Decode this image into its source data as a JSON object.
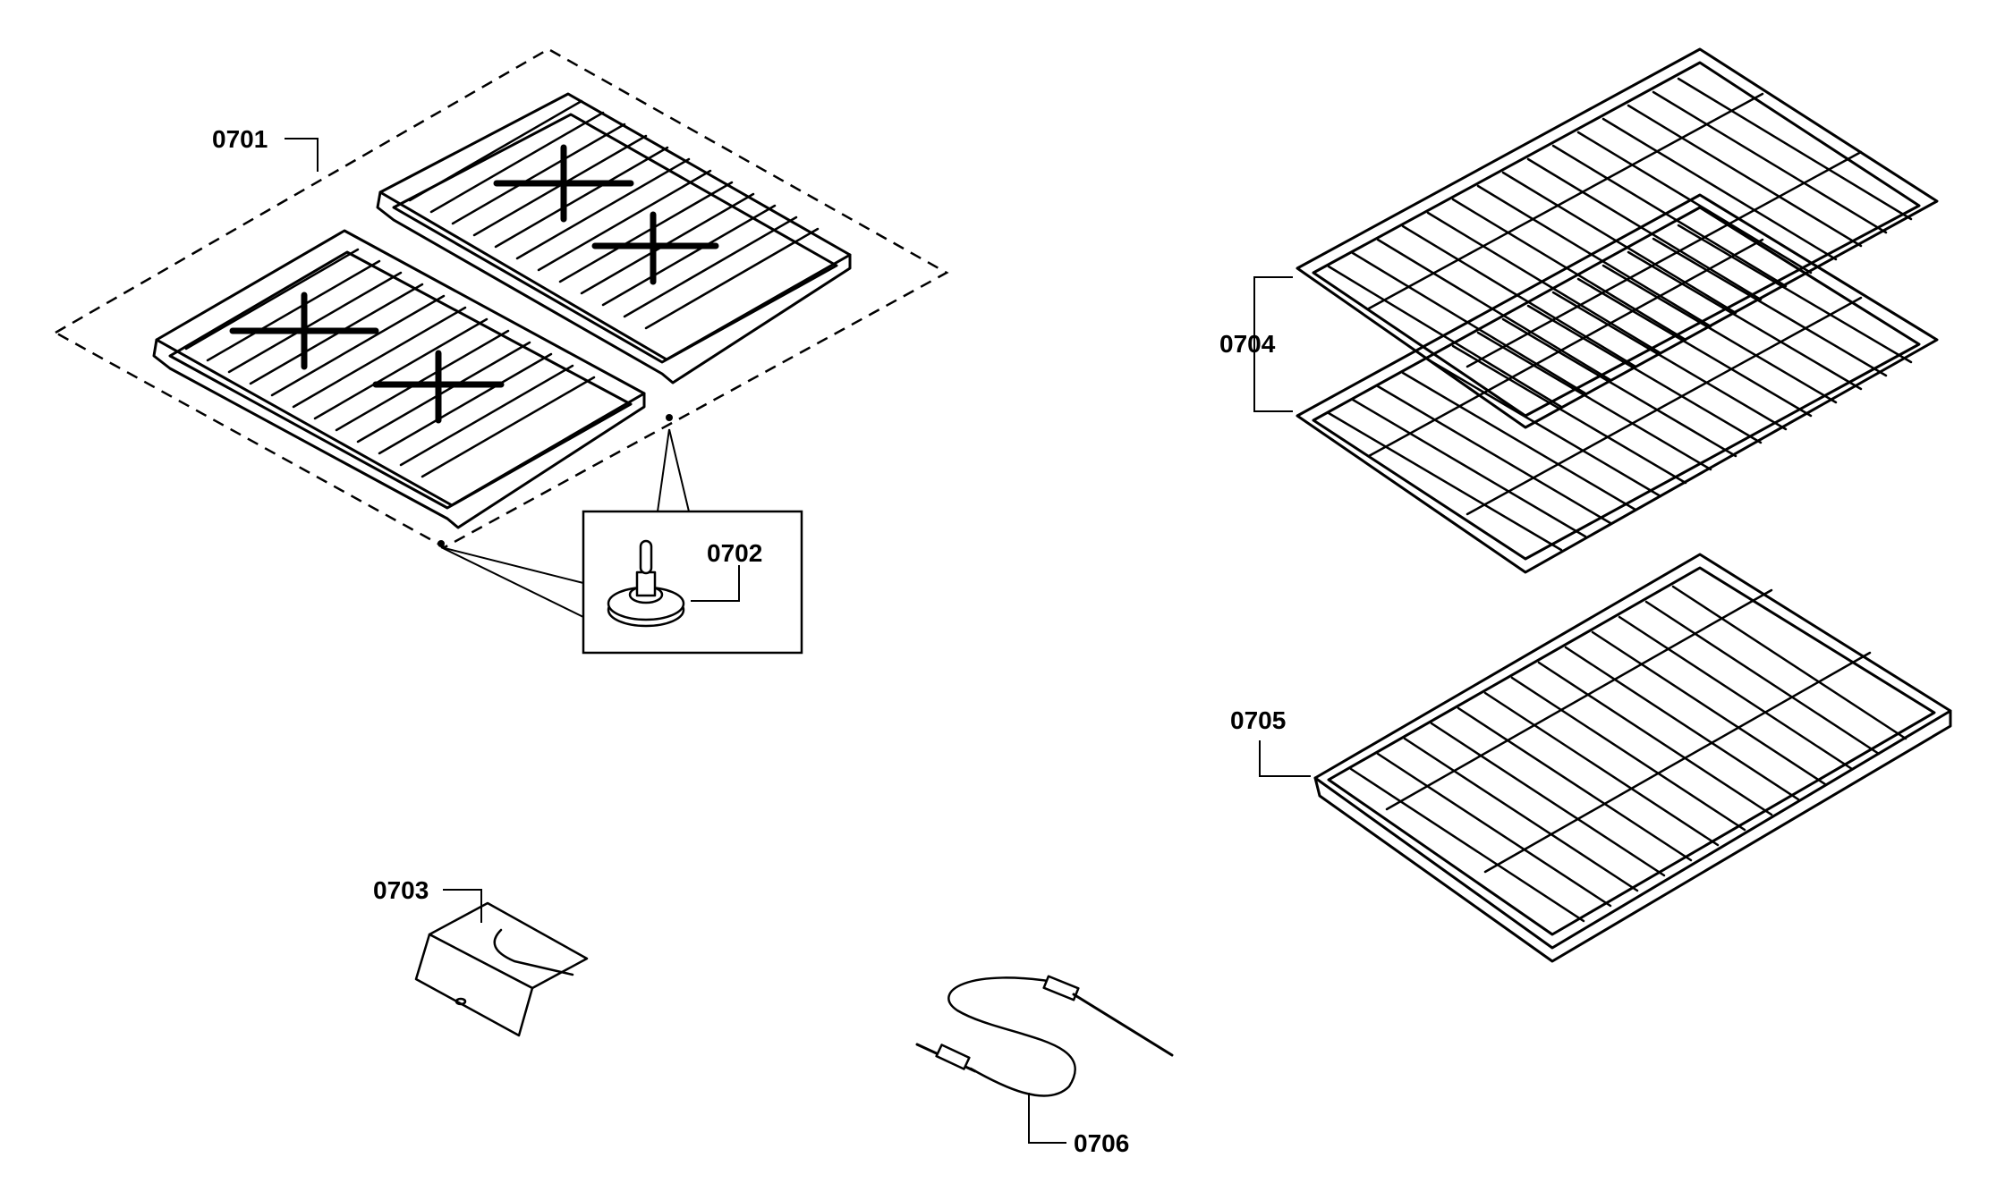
{
  "callouts": {
    "grates": "0701",
    "grate_foot": "0702",
    "bracket": "0703",
    "oven_racks": "0704",
    "telescopic_rack": "0705",
    "meat_probe": "0706"
  }
}
